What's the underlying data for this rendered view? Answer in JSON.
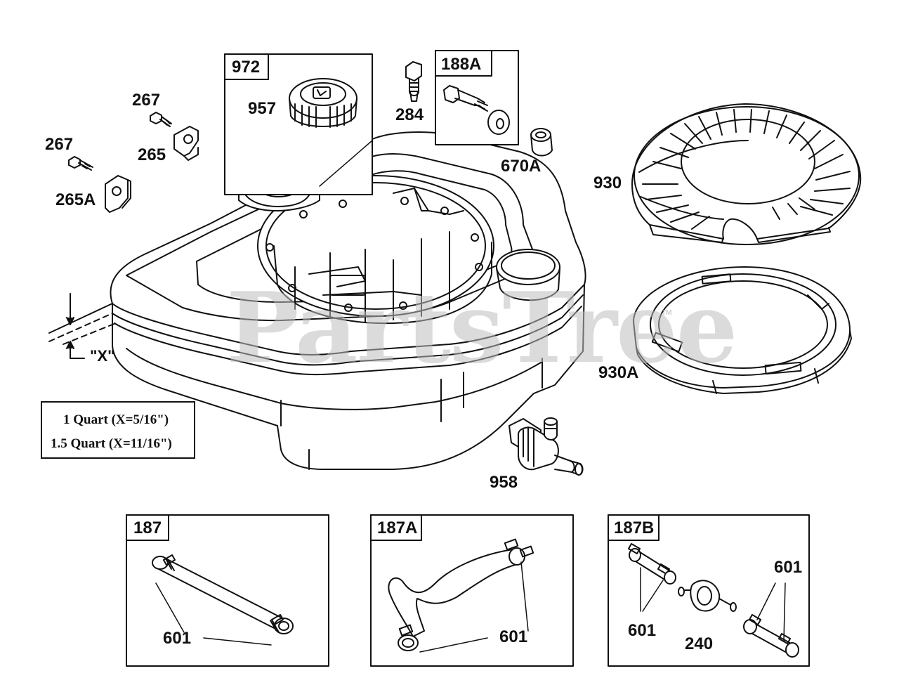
{
  "diagram": {
    "watermark": "PartsTree",
    "trademark": "TM",
    "dimension_label": "\"X\"",
    "legend": {
      "line1": "1 Quart (X=5/16\")",
      "line2": "1.5 Quart (X=11/16\")"
    },
    "boxes": {
      "b972": "972",
      "b188a": "188A",
      "b187": "187",
      "b187a": "187A",
      "b187b": "187B"
    },
    "callouts": {
      "c957": "957",
      "c267_upper": "267",
      "c267_lower": "267",
      "c265": "265",
      "c265a": "265A",
      "c284": "284",
      "c670a": "670A",
      "c930": "930",
      "c930a": "930A",
      "c958": "958",
      "c601_187": "601",
      "c601_187a": "601",
      "c601_187b_left": "601",
      "c601_187b_right": "601",
      "c240": "240"
    }
  }
}
